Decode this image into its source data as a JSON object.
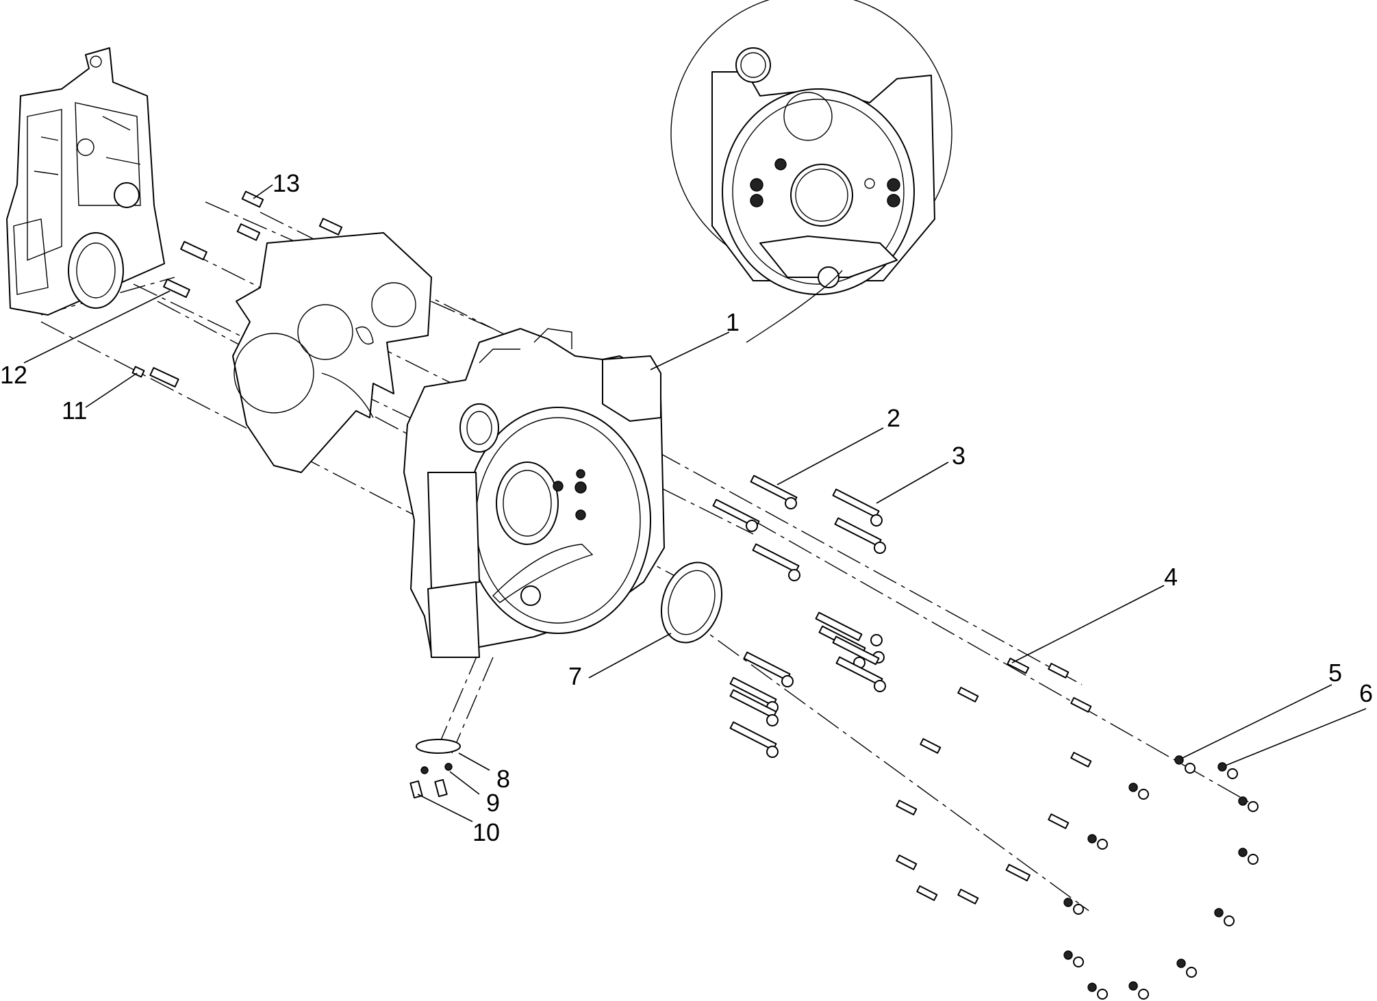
{
  "callouts": [
    {
      "label": "1"
    },
    {
      "label": "2"
    },
    {
      "label": "3"
    },
    {
      "label": "4"
    },
    {
      "label": "5"
    },
    {
      "label": "6"
    },
    {
      "label": "7"
    },
    {
      "label": "8"
    },
    {
      "label": "9"
    },
    {
      "label": "10"
    },
    {
      "label": "11"
    },
    {
      "label": "12"
    },
    {
      "label": "13"
    }
  ],
  "colors": {
    "line": "#000000",
    "background": "#ffffff"
  }
}
